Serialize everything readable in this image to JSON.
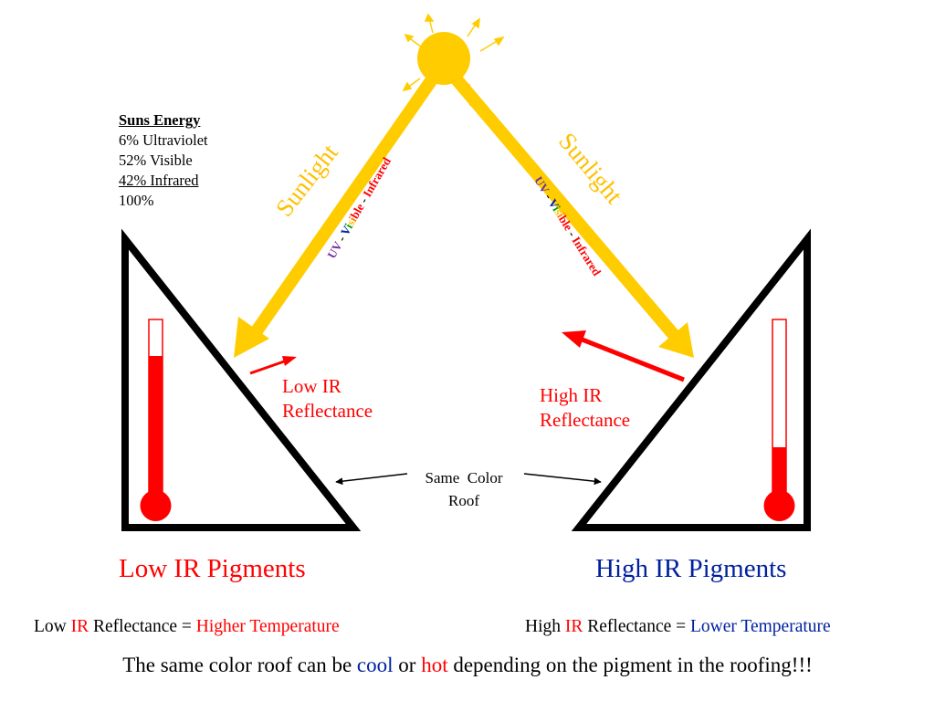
{
  "energy": {
    "heading": "Suns Energy",
    "uv": "6% Ultraviolet",
    "visible": "52% Visible",
    "infrared": "42% Infrared",
    "total": "100%"
  },
  "sunlight_label": "Sunlight",
  "spectrum": {
    "uv": "UV",
    "dash": " - ",
    "visible": "Visible",
    "infrared": "Infrared"
  },
  "spectrum_colors": [
    "#7030a0",
    "#0020a0",
    "#00a000",
    "#ffc000",
    "#ff8000",
    "#ff0000"
  ],
  "left_reflect": [
    "Low IR",
    "Reflectance"
  ],
  "right_reflect": [
    "High IR",
    "Reflectance"
  ],
  "same_roof": [
    "Same  Color",
    "Roof"
  ],
  "left_title": "Low IR Pigments",
  "right_title": "High IR Pigments",
  "left_eq": {
    "a": "Low ",
    "b": "IR",
    "c": " Reflectance = ",
    "d": "Higher Temperature"
  },
  "right_eq": {
    "a": "High ",
    "b": "IR",
    "c": " Reflectance = ",
    "d": "Lower Temperature"
  },
  "footer": {
    "a": "The same color roof can be ",
    "b": "cool",
    "c": " or ",
    "d": "hot",
    "e": " depending on the pigment in the roofing!!!"
  },
  "thermometer_fill": {
    "left": 0.8,
    "right": 0.3
  },
  "colors": {
    "sun": "#ffcc00",
    "ir": "#ff0000",
    "accent_blue": "#0020a0",
    "title_red": "#ff0000"
  }
}
